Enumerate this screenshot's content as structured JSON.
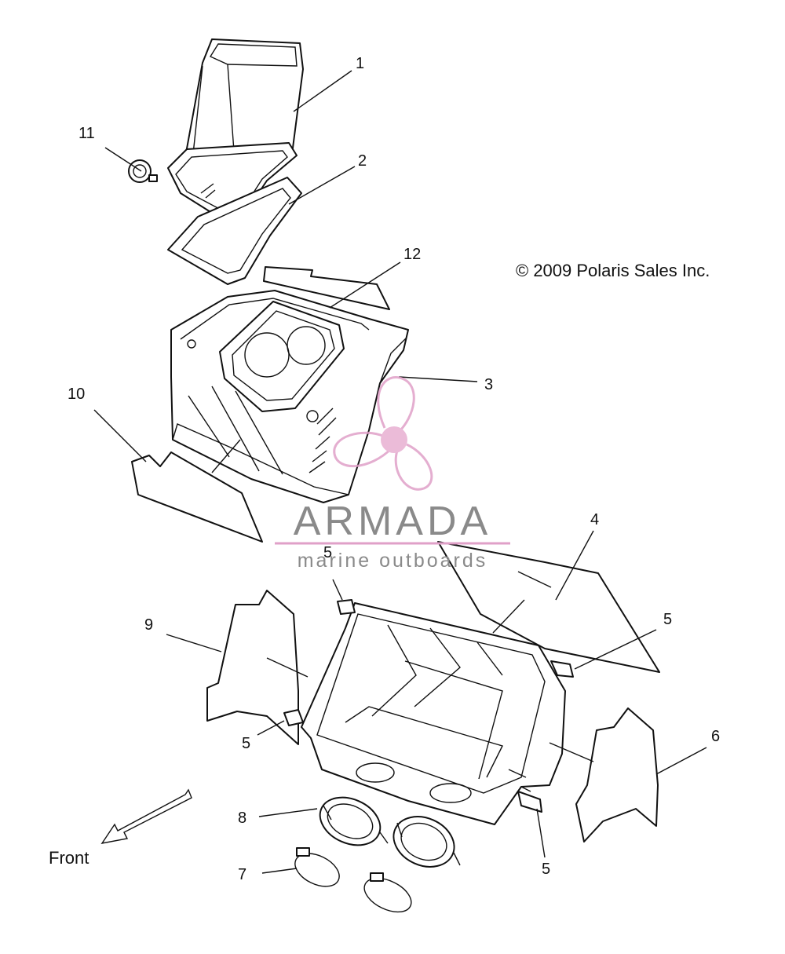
{
  "copyright": "© 2009 Polaris Sales Inc.",
  "watermark": {
    "brand": "ARMADA",
    "tagline": "marine outboards",
    "color": "#e0a0c8",
    "text_color": "#8a8a8a"
  },
  "front_label": "Front",
  "callouts": {
    "c1": "1",
    "c2": "2",
    "c3": "3",
    "c4": "4",
    "c5a": "5",
    "c5b": "5",
    "c5c": "5",
    "c5d": "5",
    "c6": "6",
    "c7": "7",
    "c8": "8",
    "c9": "9",
    "c10": "10",
    "c11": "11",
    "c12": "12"
  },
  "icons": {
    "watermark_logo": "propeller-icon",
    "front_arrow": "arrow-down-left-icon"
  }
}
